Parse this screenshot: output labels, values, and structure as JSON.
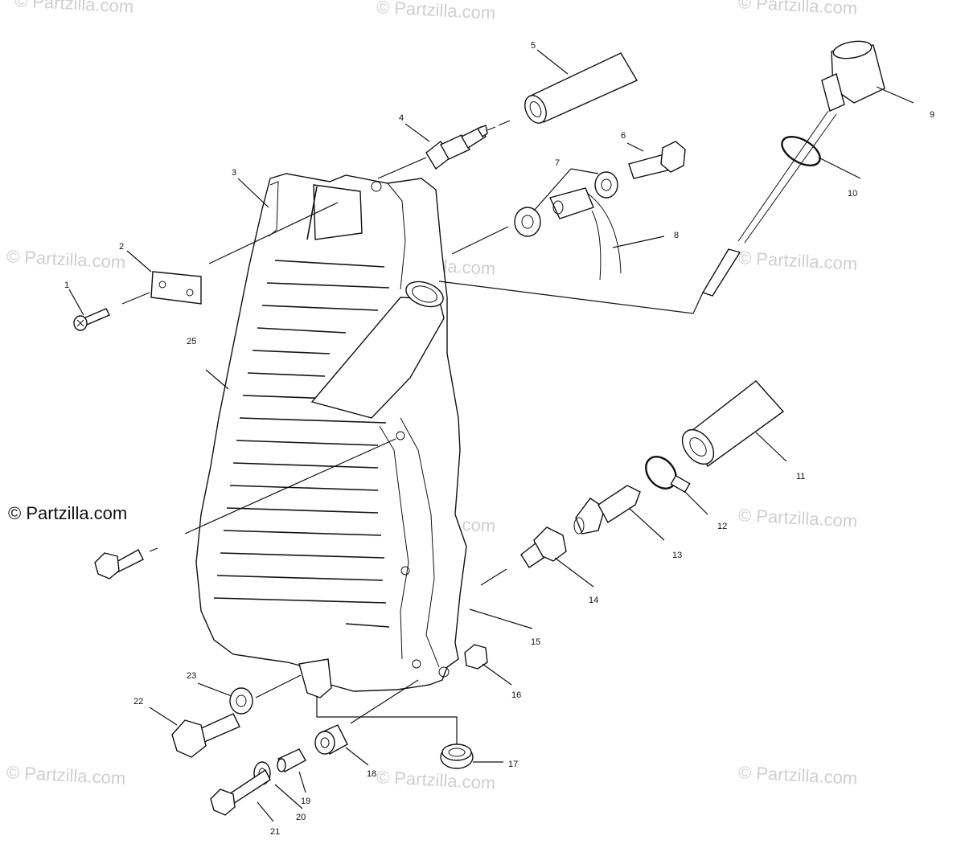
{
  "watermark": "© Partzilla.com",
  "main_watermark": "© Partzilla.com",
  "callouts": [
    "1",
    "2",
    "3",
    "4",
    "5",
    "6",
    "7",
    "8",
    "9",
    "10",
    "11",
    "12",
    "13",
    "14",
    "15",
    "16",
    "17",
    "18",
    "19",
    "20",
    "21",
    "22",
    "23",
    "25"
  ]
}
